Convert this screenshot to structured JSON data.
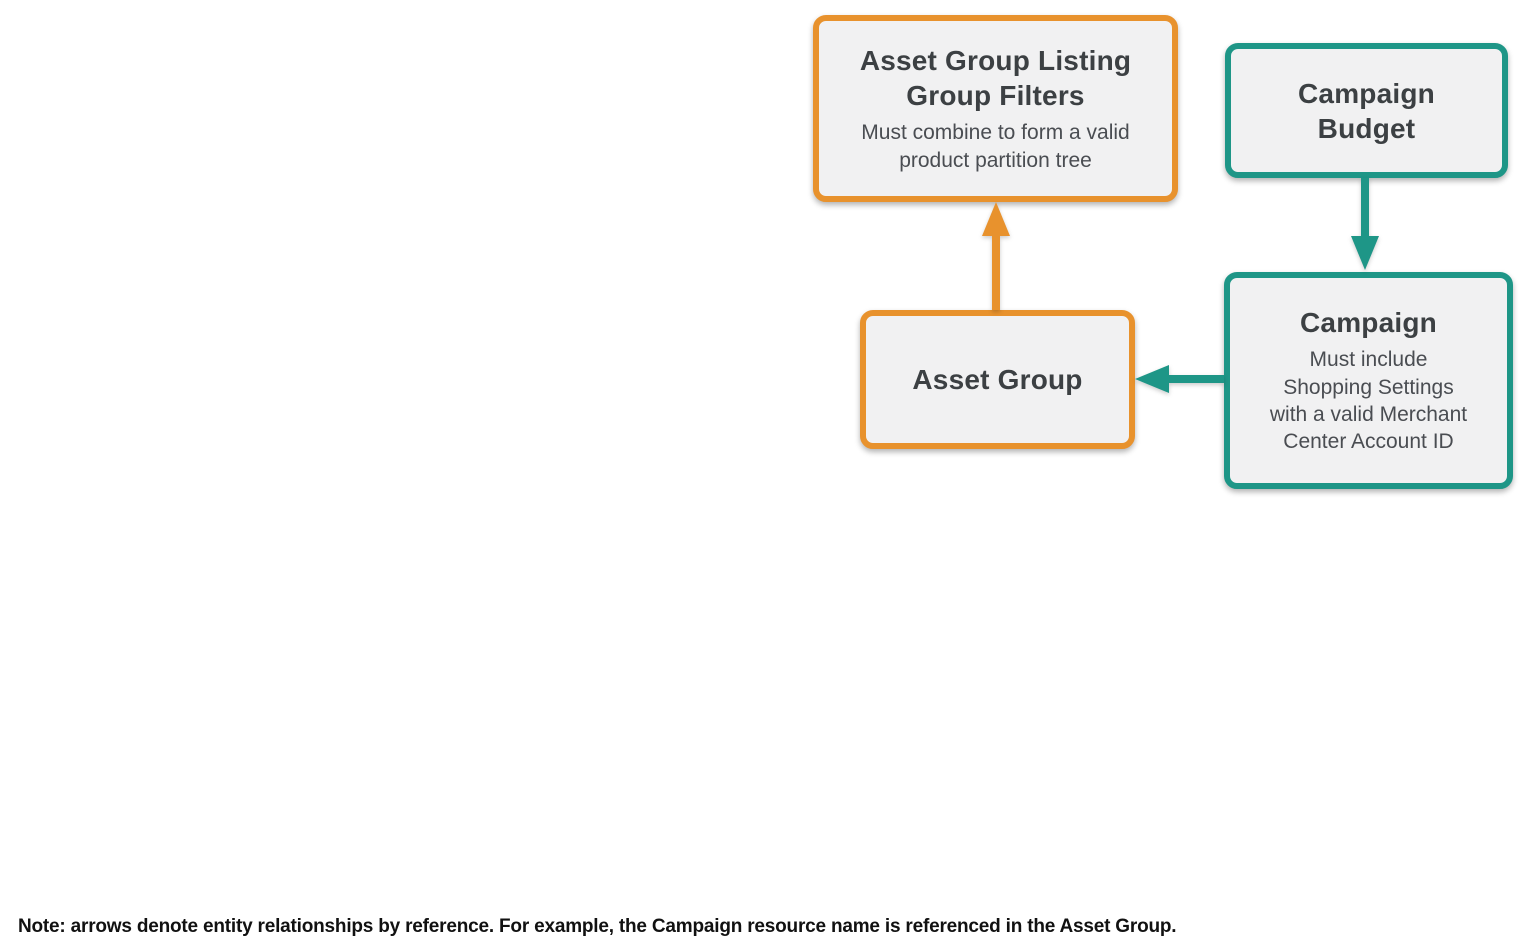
{
  "colors": {
    "orange": "#E8922D",
    "teal": "#1E9687",
    "node_fill": "#F1F1F2",
    "title_text": "#3C4043",
    "subtitle_text": "#4A4D52",
    "note_text": "#111111"
  },
  "diagram": {
    "nodes": {
      "asset_group_listing_group_filters": {
        "title": "Asset Group Listing\nGroup Filters",
        "subtitle": "Must combine to form a valid\nproduct partition tree",
        "accent": "orange"
      },
      "campaign_budget": {
        "title": "Campaign\nBudget",
        "accent": "teal"
      },
      "asset_group": {
        "title": "Asset Group",
        "accent": "orange"
      },
      "campaign": {
        "title": "Campaign",
        "subtitle": "Must include\nShopping Settings\nwith a valid Merchant\nCenter Account ID",
        "accent": "teal"
      }
    },
    "edges": [
      {
        "from": "asset_group",
        "to": "asset_group_listing_group_filters",
        "color": "orange",
        "direction": "up"
      },
      {
        "from": "campaign_budget",
        "to": "campaign",
        "color": "teal",
        "direction": "down"
      },
      {
        "from": "campaign",
        "to": "asset_group",
        "color": "teal",
        "direction": "left"
      }
    ]
  },
  "note": {
    "text": "Note: arrows denote entity relationships by reference. For example, the Campaign resource name is referenced in the Asset Group."
  }
}
